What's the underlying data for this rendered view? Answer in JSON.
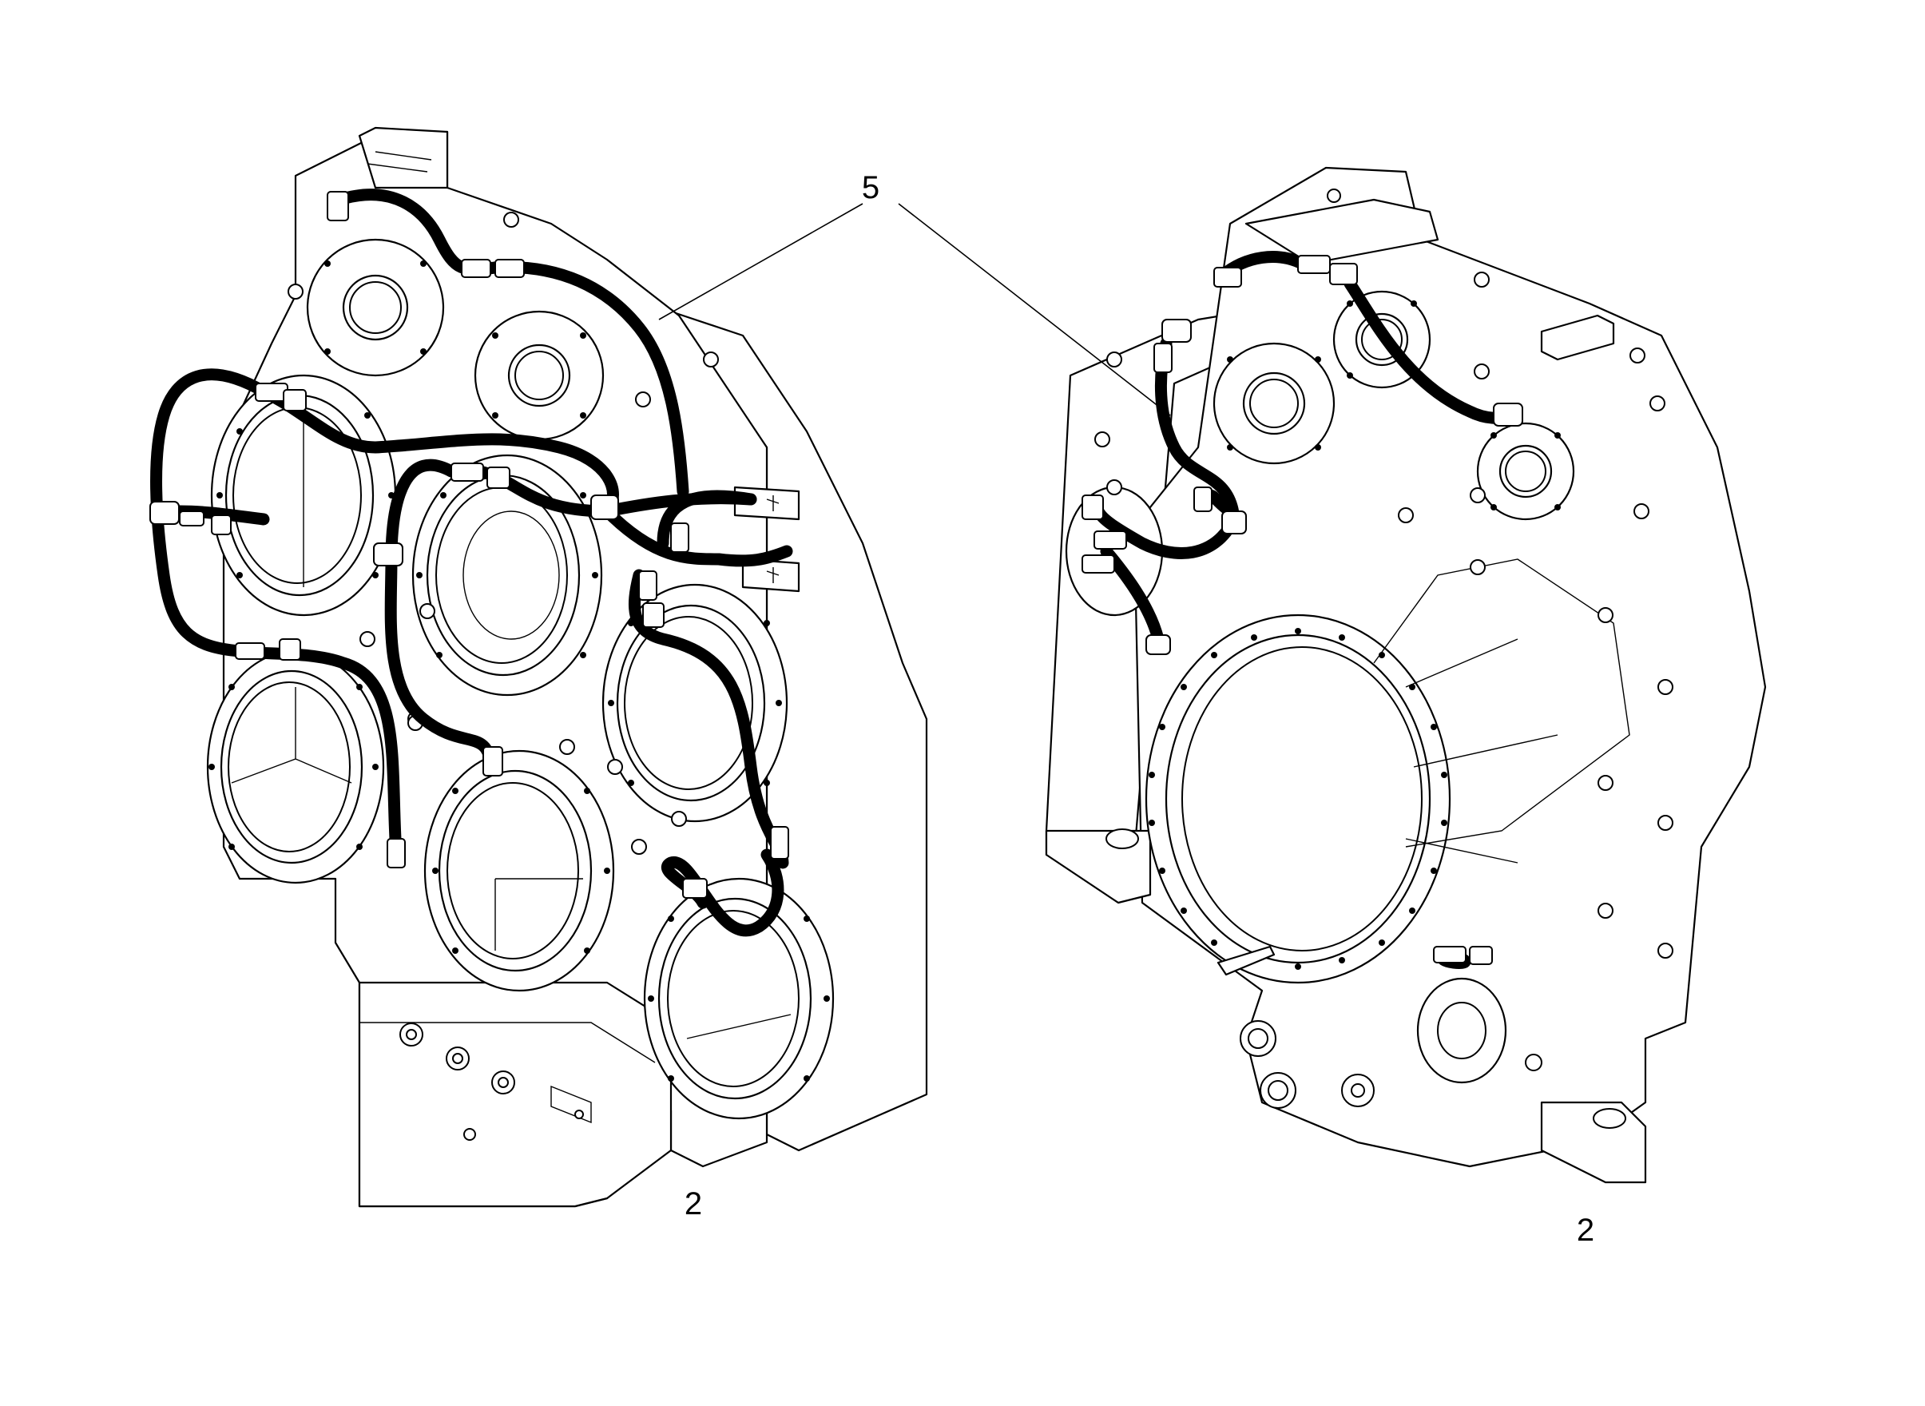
{
  "callouts": {
    "hose_item": "5",
    "housing_left": "2",
    "housing_right": "2"
  },
  "colors": {
    "line": "#000000",
    "background": "#ffffff"
  }
}
